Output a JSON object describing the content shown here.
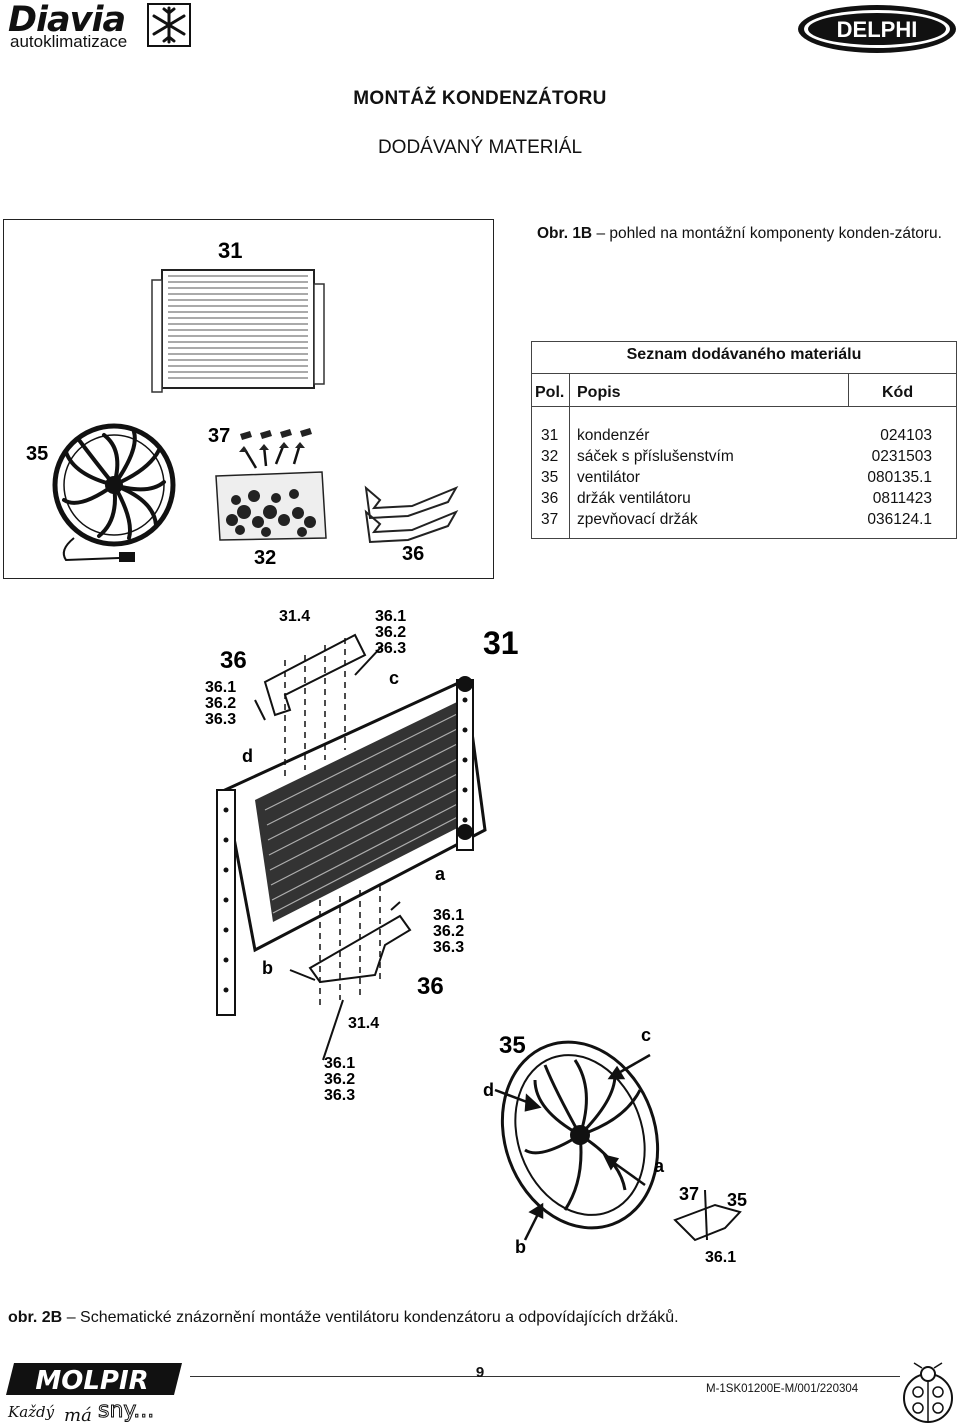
{
  "header": {
    "brand_name": "Diavia",
    "brand_sub": "autoklimatizace",
    "partner_logo_text": "DELPHI"
  },
  "title": "MONTÁŽ KONDENZÁTORU",
  "subtitle": "DODÁVANÝ MATERIÁL",
  "figure1": {
    "labels": {
      "condenser": "31",
      "bag": "32",
      "fan": "35",
      "bracket": "36",
      "stiffener": "37"
    },
    "caption_ref": "Obr. 1B",
    "caption_text": "– pohled na montážní komponenty konden-zátoru."
  },
  "parts_table": {
    "title": "Seznam dodávaného materiálu",
    "headers": {
      "pos": "Pol.",
      "desc": "Popis",
      "code": "Kód"
    },
    "rows": [
      {
        "pos": "31",
        "desc": "kondenzér",
        "code": "024103"
      },
      {
        "pos": "32",
        "desc": "sáček s příslušenstvím",
        "code": "0231503"
      },
      {
        "pos": "35",
        "desc": "ventilátor",
        "code": "080135.1"
      },
      {
        "pos": "36",
        "desc": "držák ventilátoru",
        "code": "0811423"
      },
      {
        "pos": "37",
        "desc": "zpevňovací držák",
        "code": "036124.1"
      }
    ]
  },
  "figure2": {
    "labels": {
      "l31": "31",
      "l31_4_top": "31.4",
      "l31_4_bottom": "31.4",
      "l36_top": "36",
      "l36_bottom": "36",
      "sub_a": "36.1",
      "sub_b": "36.2",
      "sub_c": "36.3",
      "a": "a",
      "b": "b",
      "c": "c",
      "d": "d",
      "l35": "35",
      "l37": "37",
      "l35_small": "35",
      "l36_1": "36.1"
    },
    "caption_ref": "obr. 2B",
    "caption_text": "– Schematické znázornění montáže ventilátoru kondenzátoru a odpovídajících držáků."
  },
  "footer": {
    "brand": "MOLPIR",
    "slogan_1": "Každý",
    "slogan_2": "má",
    "slogan_3": "sny...",
    "page_number": "9",
    "doc_code": "M-1SK01200E-M/001/220304"
  }
}
